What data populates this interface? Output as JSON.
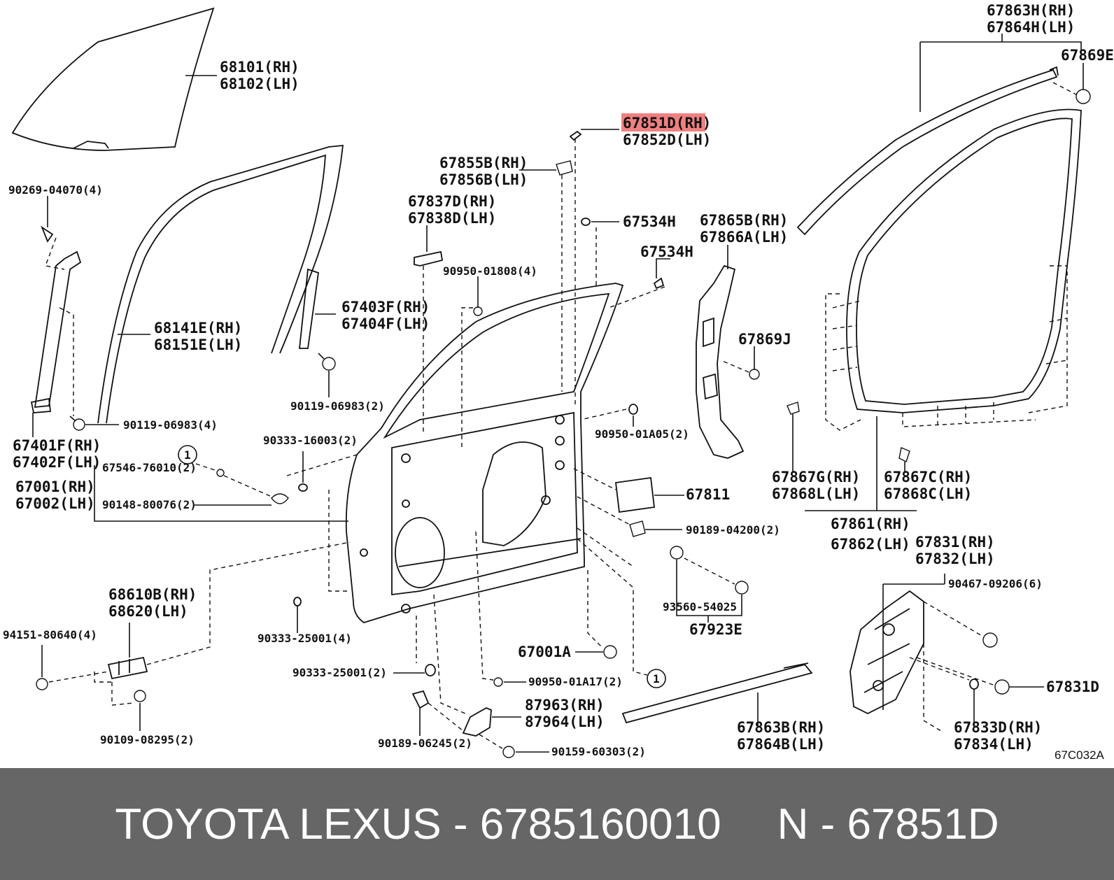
{
  "labels": {
    "l68101": "68101(RH)",
    "l68102": "68102(LH)",
    "l67863h": "67863H(RH)",
    "l67864h": "67864H(LH)",
    "l67869e": "67869E",
    "l67851d": "67851D(RH)",
    "l67852d": "67852D(LH)",
    "l67855b": "67855B(RH)",
    "l67856b": "67856B(LH)",
    "l90269": "90269-04070(4)",
    "l67837d": "67837D(RH)",
    "l67838d": "67838D(LH)",
    "l67534h_a": "67534H",
    "l67534h_b": "67534H",
    "l67865b": "67865B(RH)",
    "l67866a": "67866A(LH)",
    "l90950_01808": "90950-01808(4)",
    "l67403f": "67403F(RH)",
    "l67404f": "67404F(LH)",
    "l68141e": "68141E(RH)",
    "l68151e": "68151E(LH)",
    "l67869j": "67869J",
    "l90119_a": "90119-06983(2)",
    "l90119_b": "90119-06983(4)",
    "l90950_01a05": "90950-01A05(2)",
    "l67401f": "67401F(RH)",
    "l67402f": "67402F(LH)",
    "l90333_16003": "90333-16003(2)",
    "l67546": "67546-76010(2)",
    "l67001": "67001(RH)",
    "l67002": "67002(LH)",
    "l90148": "90148-80076(2)",
    "l67811": "67811",
    "l67867g": "67867G(RH)",
    "l67868l": "67868L(LH)",
    "l67867c": "67867C(RH)",
    "l67868c": "67868C(LH)",
    "l90189_04200": "90189-04200(2)",
    "l67861": "67861(RH)",
    "l67862": "67862(LH)",
    "l67831": "67831(RH)",
    "l67832": "67832(LH)",
    "l68610b": "68610B(RH)",
    "l68620": "68620(LH)",
    "l90467": "90467-09206(6)",
    "l93560": "93560-54025",
    "l67923e": "67923E",
    "l94151": "94151-80640(4)",
    "l90333_25001_4": "90333-25001(4)",
    "l67001a": "67001A",
    "l90333_25001_2": "90333-25001(2)",
    "l90950_01a17": "90950-01A17(2)",
    "l67831d": "67831D",
    "l87963": "87963(RH)",
    "l87964": "87964(LH)",
    "l90109": "90109-08295(2)",
    "l90189_06245": "90189-06245(2)",
    "l90159": "90159-60303(2)",
    "l67863b": "67863B(RH)",
    "l67864b": "67864B(LH)",
    "l67833d": "67833D(RH)",
    "l67834": "67834(LH)",
    "ref_code": "67C032A",
    "callout_1": "1"
  },
  "highlight": {
    "part": "67851D(RH)",
    "color": "#f08080"
  },
  "banner": {
    "left": "TOYOTA LEXUS - 6785160010",
    "right": "N - 67851D"
  }
}
